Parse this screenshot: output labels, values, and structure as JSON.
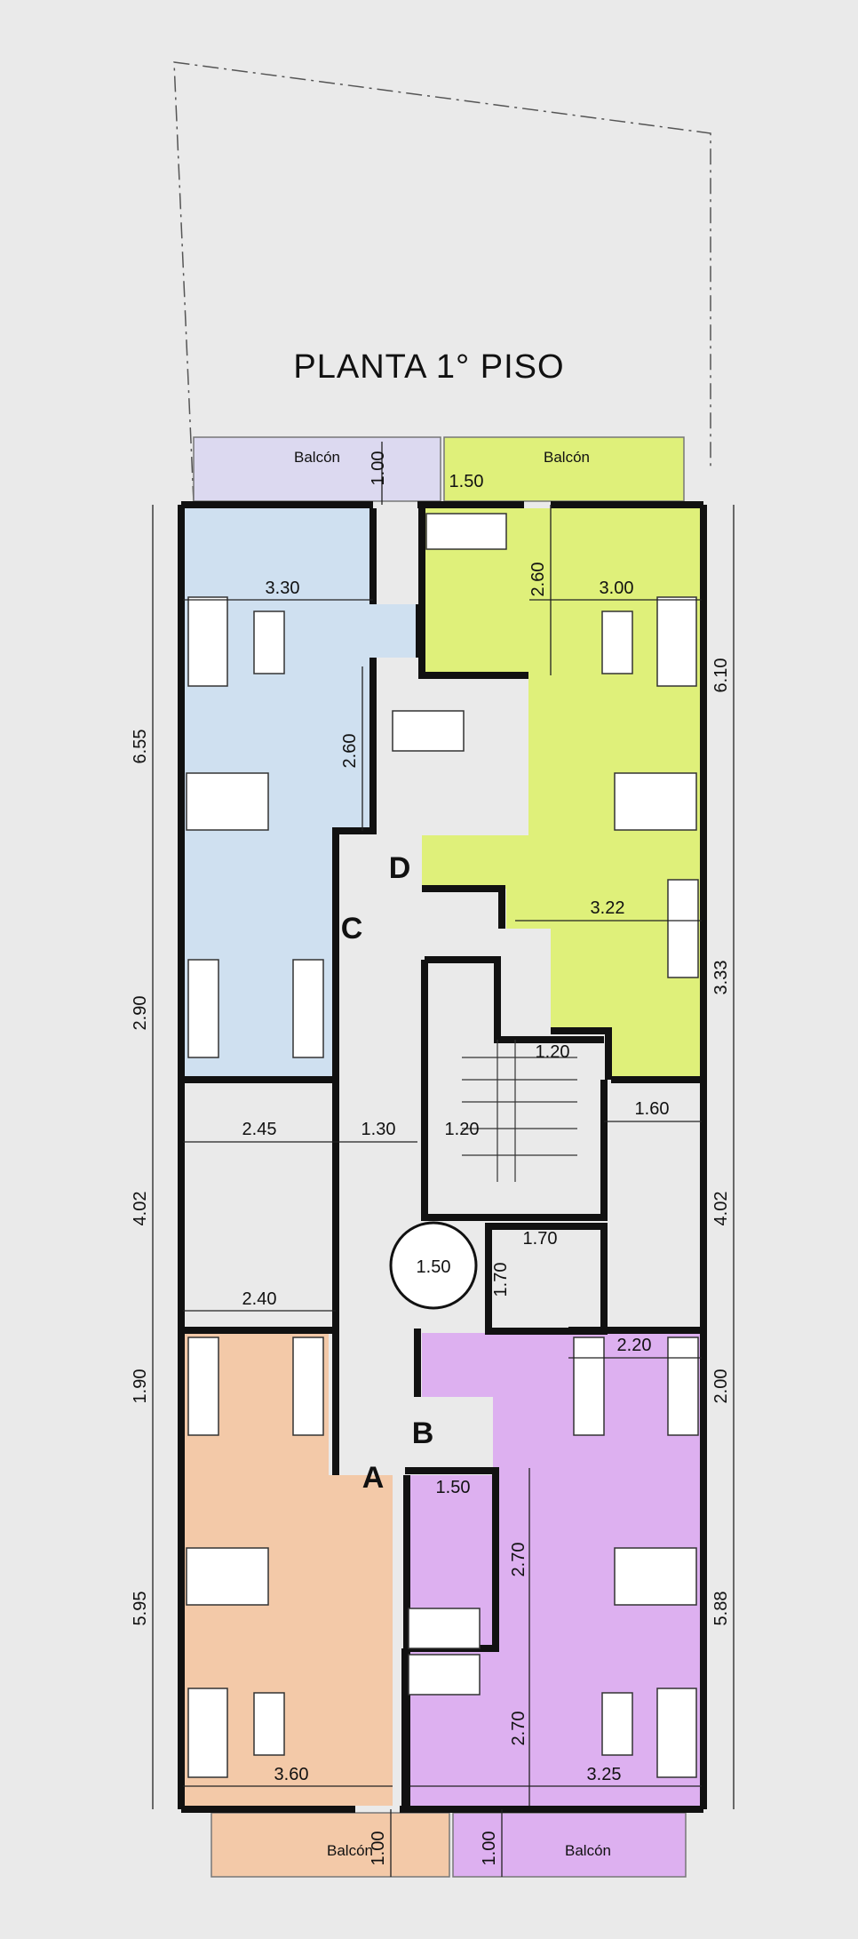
{
  "title": "PLANTA 1° PISO",
  "balcony_label": "Balcón",
  "units": [
    "A",
    "B",
    "C",
    "D"
  ],
  "dims": {
    "d655": "6.55",
    "d290": "2.90",
    "d402": "4.02",
    "d190": "1.90",
    "d595": "5.95",
    "d610": "6.10",
    "d333": "3.33",
    "d200": "2.00",
    "d588": "5.88",
    "d100": "1.00",
    "d150": "1.50",
    "d330": "3.30",
    "d300": "3.00",
    "d260": "2.60",
    "d322": "3.22",
    "d245": "2.45",
    "d130": "1.30",
    "d120": "1.20",
    "d160": "1.60",
    "d170": "1.70",
    "d240": "2.40",
    "d220": "2.20",
    "d270": "2.70",
    "d360": "3.60",
    "d325": "3.25"
  },
  "colors": {
    "unit_c": "#cfe0f0",
    "unit_d": "#dff07a",
    "unit_a": "#f3c9a8",
    "unit_b": "#ddb0f0",
    "balcony_c": "#dcd9f0",
    "background": "#eaeaea"
  }
}
